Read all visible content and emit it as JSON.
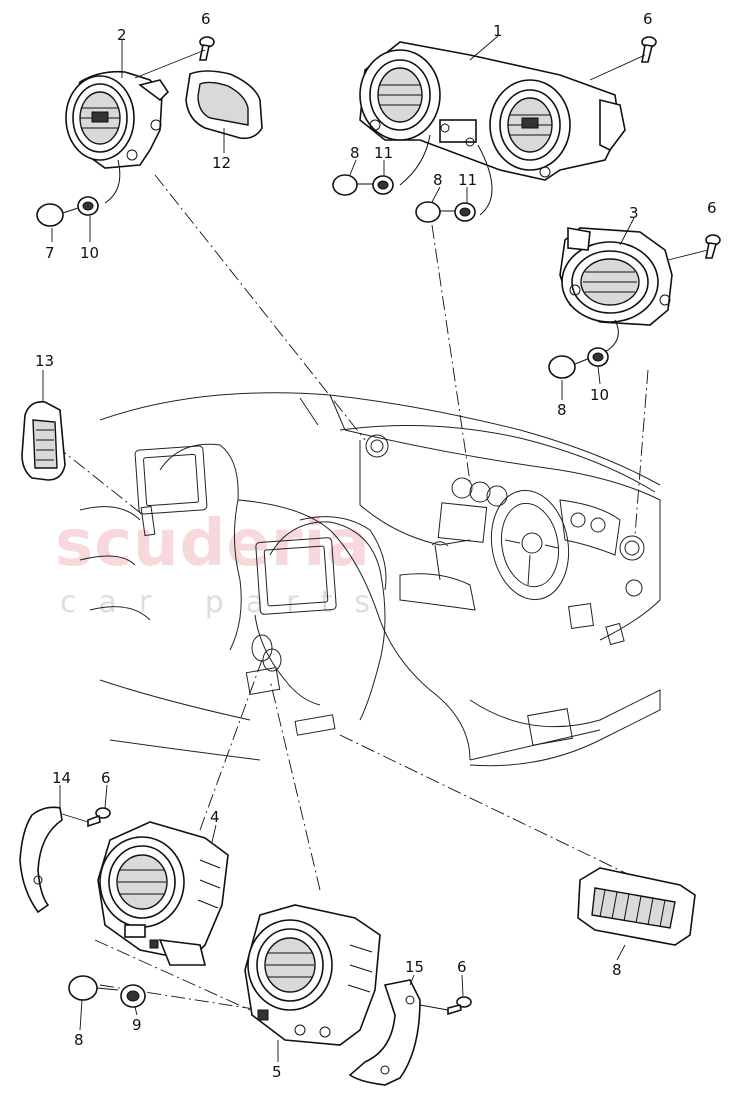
{
  "watermark": {
    "main": "scuderia",
    "sub": "car parts"
  },
  "callouts": [
    {
      "id": "c1",
      "text": "1"
    },
    {
      "id": "c2",
      "text": "2"
    },
    {
      "id": "c3",
      "text": "3"
    },
    {
      "id": "c4",
      "text": "4"
    },
    {
      "id": "c5",
      "text": "5"
    },
    {
      "id": "c6a",
      "text": "6"
    },
    {
      "id": "c6b",
      "text": "6"
    },
    {
      "id": "c6c",
      "text": "6"
    },
    {
      "id": "c6d",
      "text": "6"
    },
    {
      "id": "c6e",
      "text": "6"
    },
    {
      "id": "c7",
      "text": "7"
    },
    {
      "id": "c8a",
      "text": "8"
    },
    {
      "id": "c8b",
      "text": "8"
    },
    {
      "id": "c8c",
      "text": "8"
    },
    {
      "id": "c8d",
      "text": "8"
    },
    {
      "id": "c8e",
      "text": "8"
    },
    {
      "id": "c9",
      "text": "9"
    },
    {
      "id": "c10a",
      "text": "10"
    },
    {
      "id": "c10b",
      "text": "10"
    },
    {
      "id": "c11a",
      "text": "11"
    },
    {
      "id": "c11b",
      "text": "11"
    },
    {
      "id": "c12",
      "text": "12"
    },
    {
      "id": "c13",
      "text": "13"
    },
    {
      "id": "c14",
      "text": "14"
    },
    {
      "id": "c15",
      "text": "15"
    }
  ]
}
